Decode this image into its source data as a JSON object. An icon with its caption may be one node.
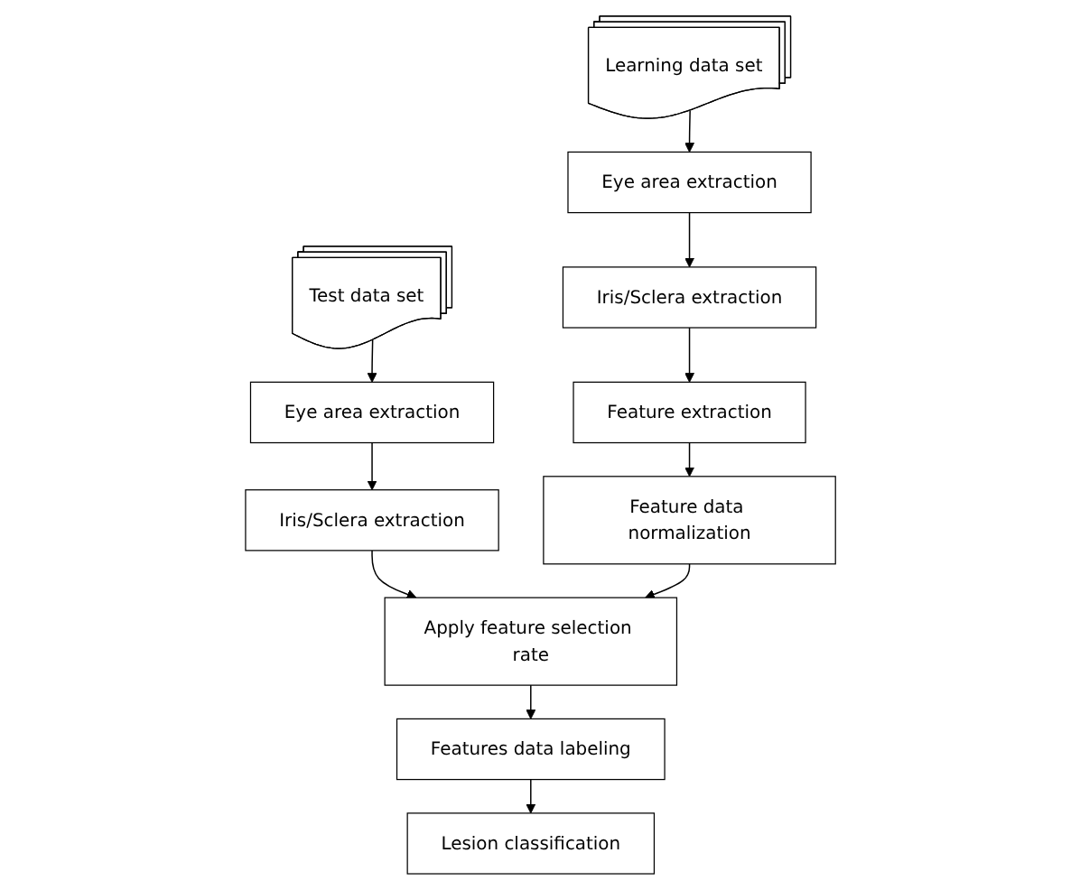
{
  "diagram": {
    "nodes": [
      {
        "text": [
          "Learning data set"
        ]
      },
      {
        "text": [
          "Eye area extraction"
        ]
      },
      {
        "text": [
          "Iris/Sclera extraction"
        ]
      },
      {
        "text": [
          "Feature extraction"
        ]
      },
      {
        "text": [
          "Feature data normalization"
        ]
      },
      {
        "text": [
          "Test data set"
        ]
      },
      {
        "text": [
          "Eye area extraction"
        ]
      },
      {
        "text": [
          "Iris/Sclera extraction"
        ]
      },
      {
        "text": [
          "Apply feature selection rate"
        ]
      },
      {
        "text": [
          "Features data labeling"
        ]
      },
      {
        "text": [
          "Lesion classification"
        ]
      }
    ],
    "edges": [
      {
        "from": 0,
        "to": 1,
        "arrow": "to"
      },
      {
        "from": 1,
        "to": 2,
        "arrow": "to"
      },
      {
        "from": 2,
        "to": 3,
        "arrow": "to"
      },
      {
        "from": 3,
        "to": 4,
        "arrow": "to"
      },
      {
        "from": 5,
        "to": 6,
        "arrow": "to"
      },
      {
        "from": 6,
        "to": 7,
        "arrow": "to"
      },
      {
        "from": 7,
        "to": 8,
        "arrow": "to"
      },
      {
        "from": 8,
        "to": 9,
        "arrow": "to"
      },
      {
        "from": 9,
        "to": 10,
        "arrow": "to"
      },
      {
        "from": 4,
        "to": 8,
        "arrow": "to"
      }
    ]
  }
}
